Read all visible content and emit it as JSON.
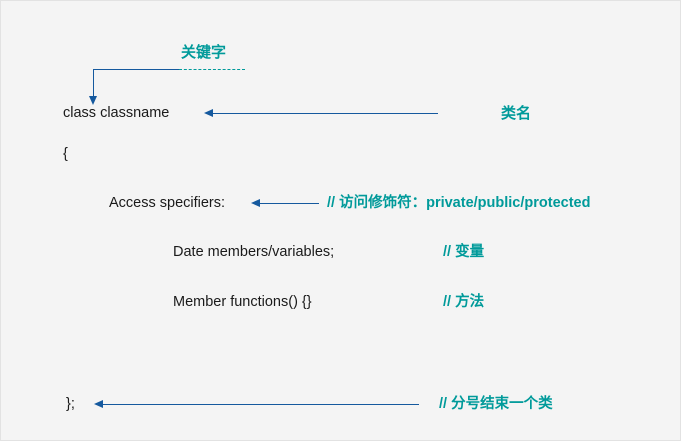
{
  "diagram": {
    "title_concept": "C++ class declaration syntax",
    "background_color": "#f4f4f4",
    "code_color": "#1a1a1a",
    "annotation_color": "#009a9a",
    "connector_color": "#15599e"
  },
  "code_lines": {
    "keyword_line": "class classname",
    "open_brace": "{",
    "access_specifiers": "Access specifiers:",
    "data_members": "Date members/variables;",
    "member_functions": "Member functions() {}",
    "close_brace": "};"
  },
  "annotations": {
    "keyword_label": "关键字",
    "class_name_label": "类名",
    "access_comment": "// 访问修饰符：private/public/protected",
    "variables_comment": "// 变量",
    "methods_comment": "// 方法",
    "semicolon_comment": "// 分号结束一个类"
  }
}
